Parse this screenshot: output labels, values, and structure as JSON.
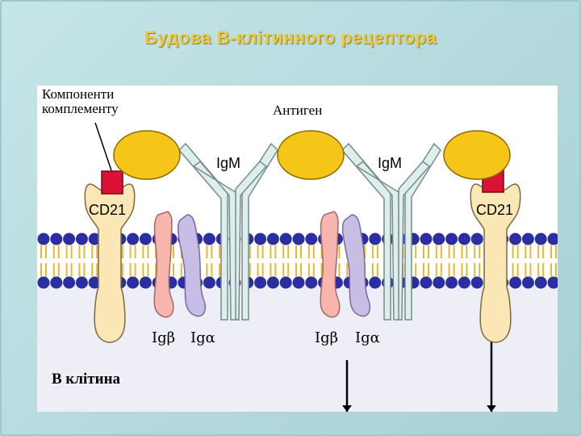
{
  "slide": {
    "title": "Будова B-клітинного рецептора"
  },
  "diagram": {
    "labels": {
      "complement": "Компоненти комплементу",
      "antigen": "Антиген",
      "b_cell": "B клітина",
      "igm_left": "IgM",
      "igm_right": "IgM",
      "cd21_left": "CD21",
      "cd21_right": "CD21",
      "ig_beta_left": "Igβ",
      "ig_alpha_left": "Igα",
      "ig_beta_right": "Igβ",
      "ig_alpha_right": "Igα"
    },
    "colors": {
      "membrane_head": "#2a2ea0",
      "membrane_tail": "#e8b830",
      "cd21_fill": "#fbe7b5",
      "antigen_fill": "#f5c518",
      "complement_fill": "#dd1133",
      "ig_beta_fill": "#f7b5ae",
      "ig_alpha_fill": "#c8bde4",
      "igm_fill": "#dcefec",
      "cytoplasm_fill": "#eeeef6"
    }
  }
}
